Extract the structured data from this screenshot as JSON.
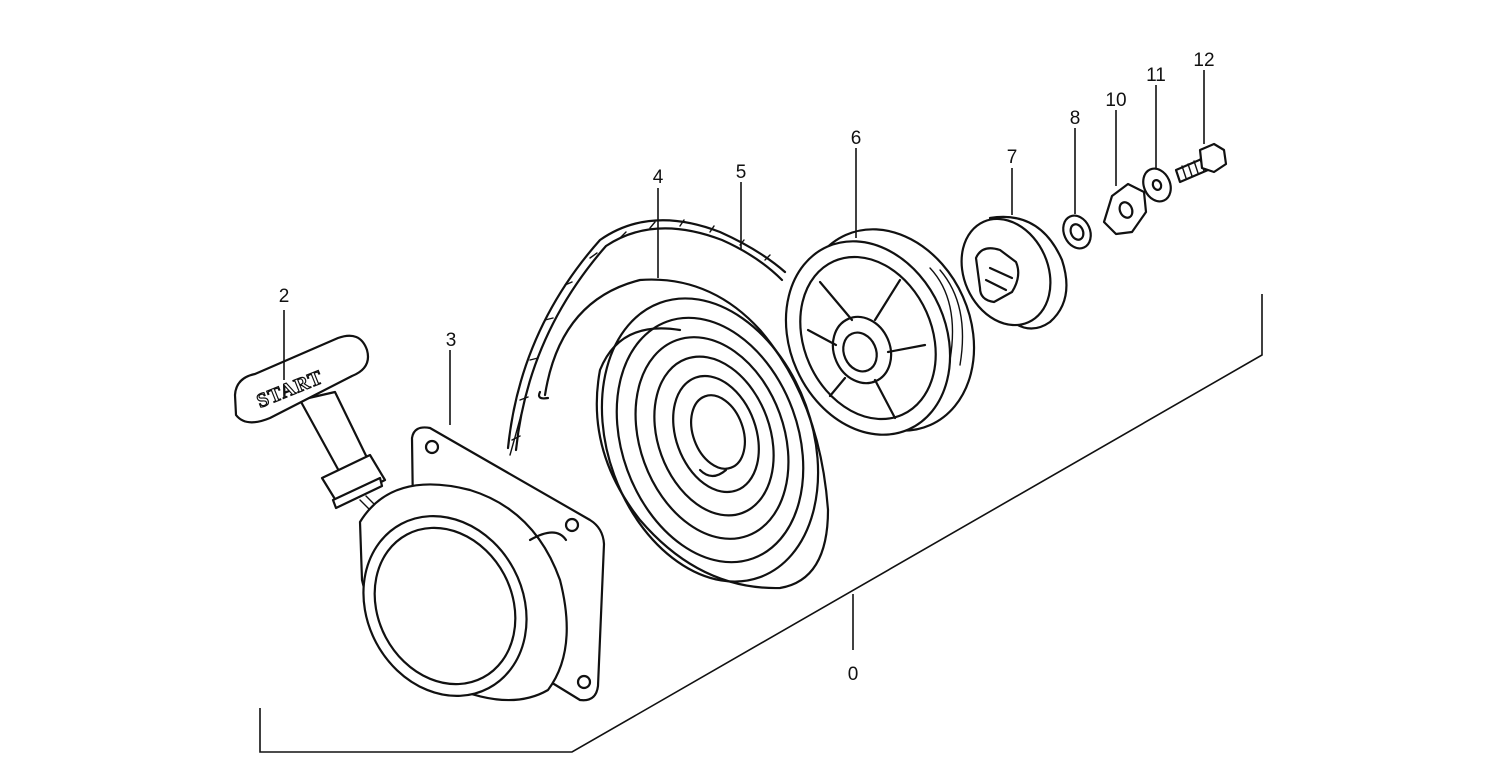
{
  "diagram": {
    "callouts": [
      {
        "id": "0",
        "label": "0"
      },
      {
        "id": "2",
        "label": "2"
      },
      {
        "id": "3",
        "label": "3"
      },
      {
        "id": "4",
        "label": "4"
      },
      {
        "id": "5",
        "label": "5"
      },
      {
        "id": "6",
        "label": "6"
      },
      {
        "id": "7",
        "label": "7"
      },
      {
        "id": "8",
        "label": "8"
      },
      {
        "id": "10",
        "label": "10"
      },
      {
        "id": "11",
        "label": "11"
      },
      {
        "id": "12",
        "label": "12"
      }
    ],
    "handle_text": "START"
  },
  "colors": {
    "ink": "#111111",
    "paper": "#ffffff"
  }
}
